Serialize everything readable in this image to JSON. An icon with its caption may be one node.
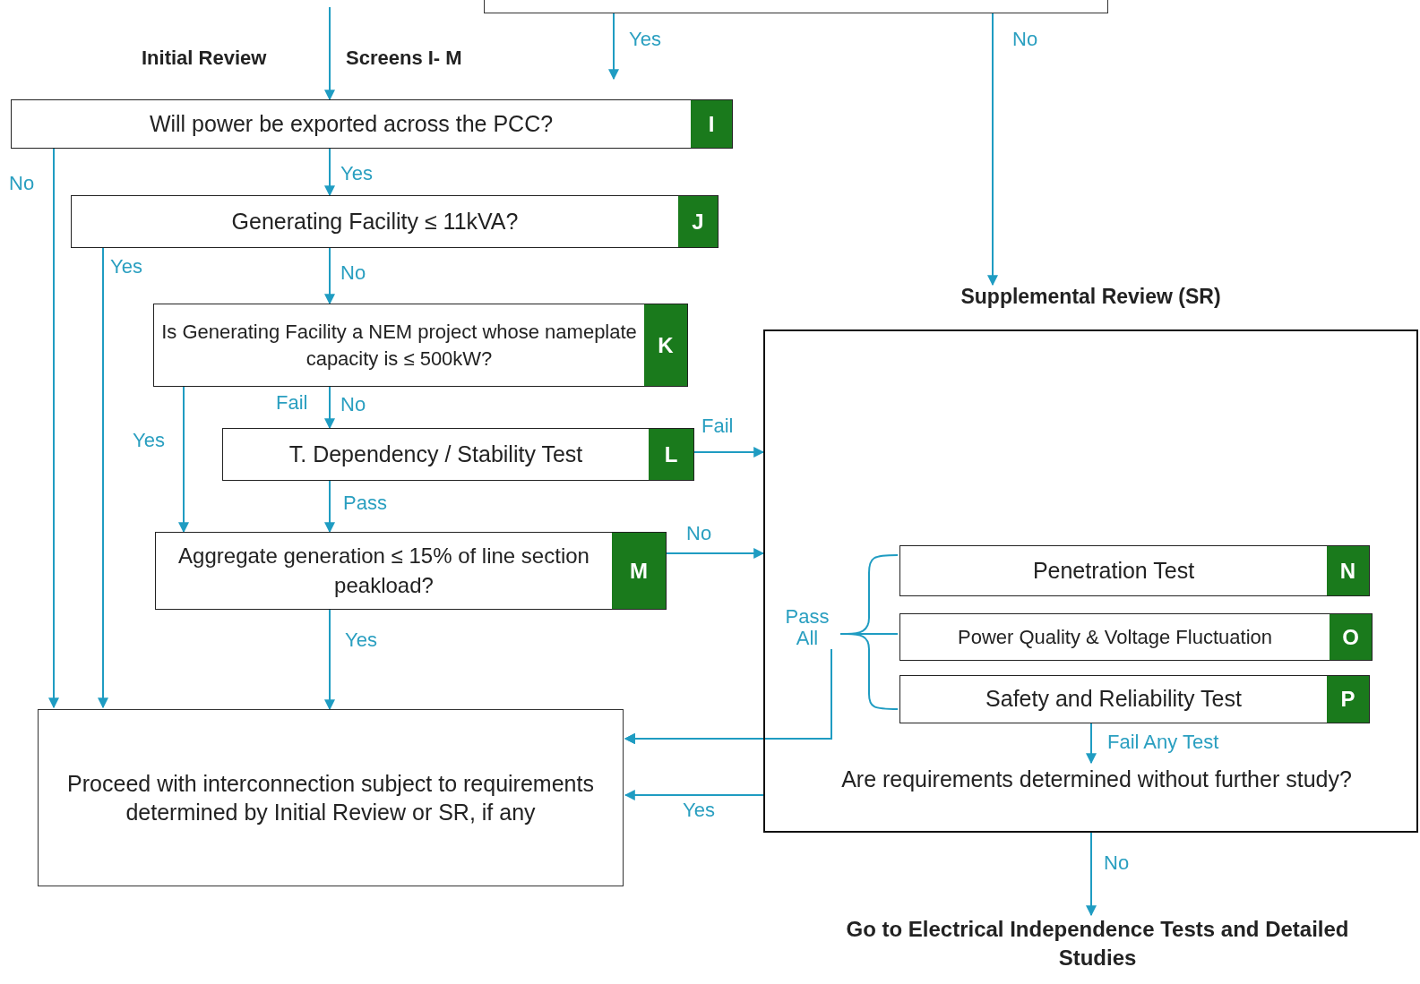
{
  "diagram": {
    "nodes": [
      {
        "text": [],
        "shape": "box"
      },
      {
        "text": [
          "Will power be exported across the PCC?",
          "I"
        ]
      },
      {
        "text": [
          "Generating Facility ≤ 11kVA?",
          "J"
        ]
      },
      {
        "text": [
          "Is Generating Facility a NEM project whose nameplate capacity is ≤ 500kW?",
          "K"
        ]
      },
      {
        "text": [
          "T. Dependency / Stability Test",
          "L"
        ]
      },
      {
        "text": [
          "Aggregate generation ≤ 15% of line section peakload?",
          "M"
        ]
      },
      {
        "text": [
          "Proceed with interconnection subject to requirements determined by Initial Review or SR, if any"
        ]
      },
      {
        "text": [
          "Supplemental Review (SR)"
        ]
      },
      {
        "text": [
          "Penetration Test",
          "N"
        ],
        "in": 7
      },
      {
        "text": [
          "Power Quality & Voltage Fluctuation",
          "O"
        ],
        "in": 7
      },
      {
        "text": [
          "Safety and Reliability Test",
          "P"
        ],
        "in": 7
      },
      {
        "text": [
          "Are requirements determined without further study?"
        ],
        "in": 7
      },
      {
        "text": [
          "Go to Electrical Independence Tests and Detailed Studies"
        ]
      }
    ],
    "edges": [
      {
        "from": null,
        "to": 1,
        "arrow": "to"
      },
      {
        "from": 0,
        "to": 1,
        "arrow": "to",
        "label": "Yes"
      },
      {
        "from": 0,
        "to": 7,
        "arrow": "to",
        "label": "No"
      },
      {
        "from": 1,
        "to": 2,
        "arrow": "to",
        "label": "Yes"
      },
      {
        "from": 1,
        "to": 6,
        "arrow": "to",
        "label": "No"
      },
      {
        "from": 2,
        "to": 3,
        "arrow": "to",
        "label": "No"
      },
      {
        "from": 2,
        "to": 6,
        "arrow": "to",
        "label": "Yes"
      },
      {
        "from": 3,
        "to": 4,
        "arrow": "to",
        "label": "No"
      },
      {
        "from": 3,
        "to": 5,
        "arrow": "to",
        "label": "Yes"
      },
      {
        "from": 4,
        "to": 5,
        "arrow": "to",
        "label": "Pass"
      },
      {
        "from": 4,
        "to": 7,
        "arrow": "to",
        "label": "Fail"
      },
      {
        "from": 5,
        "to": 7,
        "arrow": "to",
        "label": "No"
      },
      {
        "from": 5,
        "to": 6,
        "arrow": "to",
        "label": "Yes"
      },
      {
        "from": 8,
        "to": 6,
        "arrow": "to",
        "label": "Pass All"
      },
      {
        "from": 9,
        "to": 6,
        "arrow": "to"
      },
      {
        "from": 10,
        "to": 6,
        "arrow": "to"
      },
      {
        "from": 10,
        "to": 11,
        "arrow": "to",
        "label": "Fail Any Test"
      },
      {
        "from": 7,
        "to": 6,
        "arrow": "to",
        "label": "Yes"
      },
      {
        "from": 7,
        "to": 12,
        "arrow": "to",
        "label": "No"
      }
    ],
    "labels": [
      "Initial Review",
      "Screens I- M",
      "Fail"
    ]
  }
}
